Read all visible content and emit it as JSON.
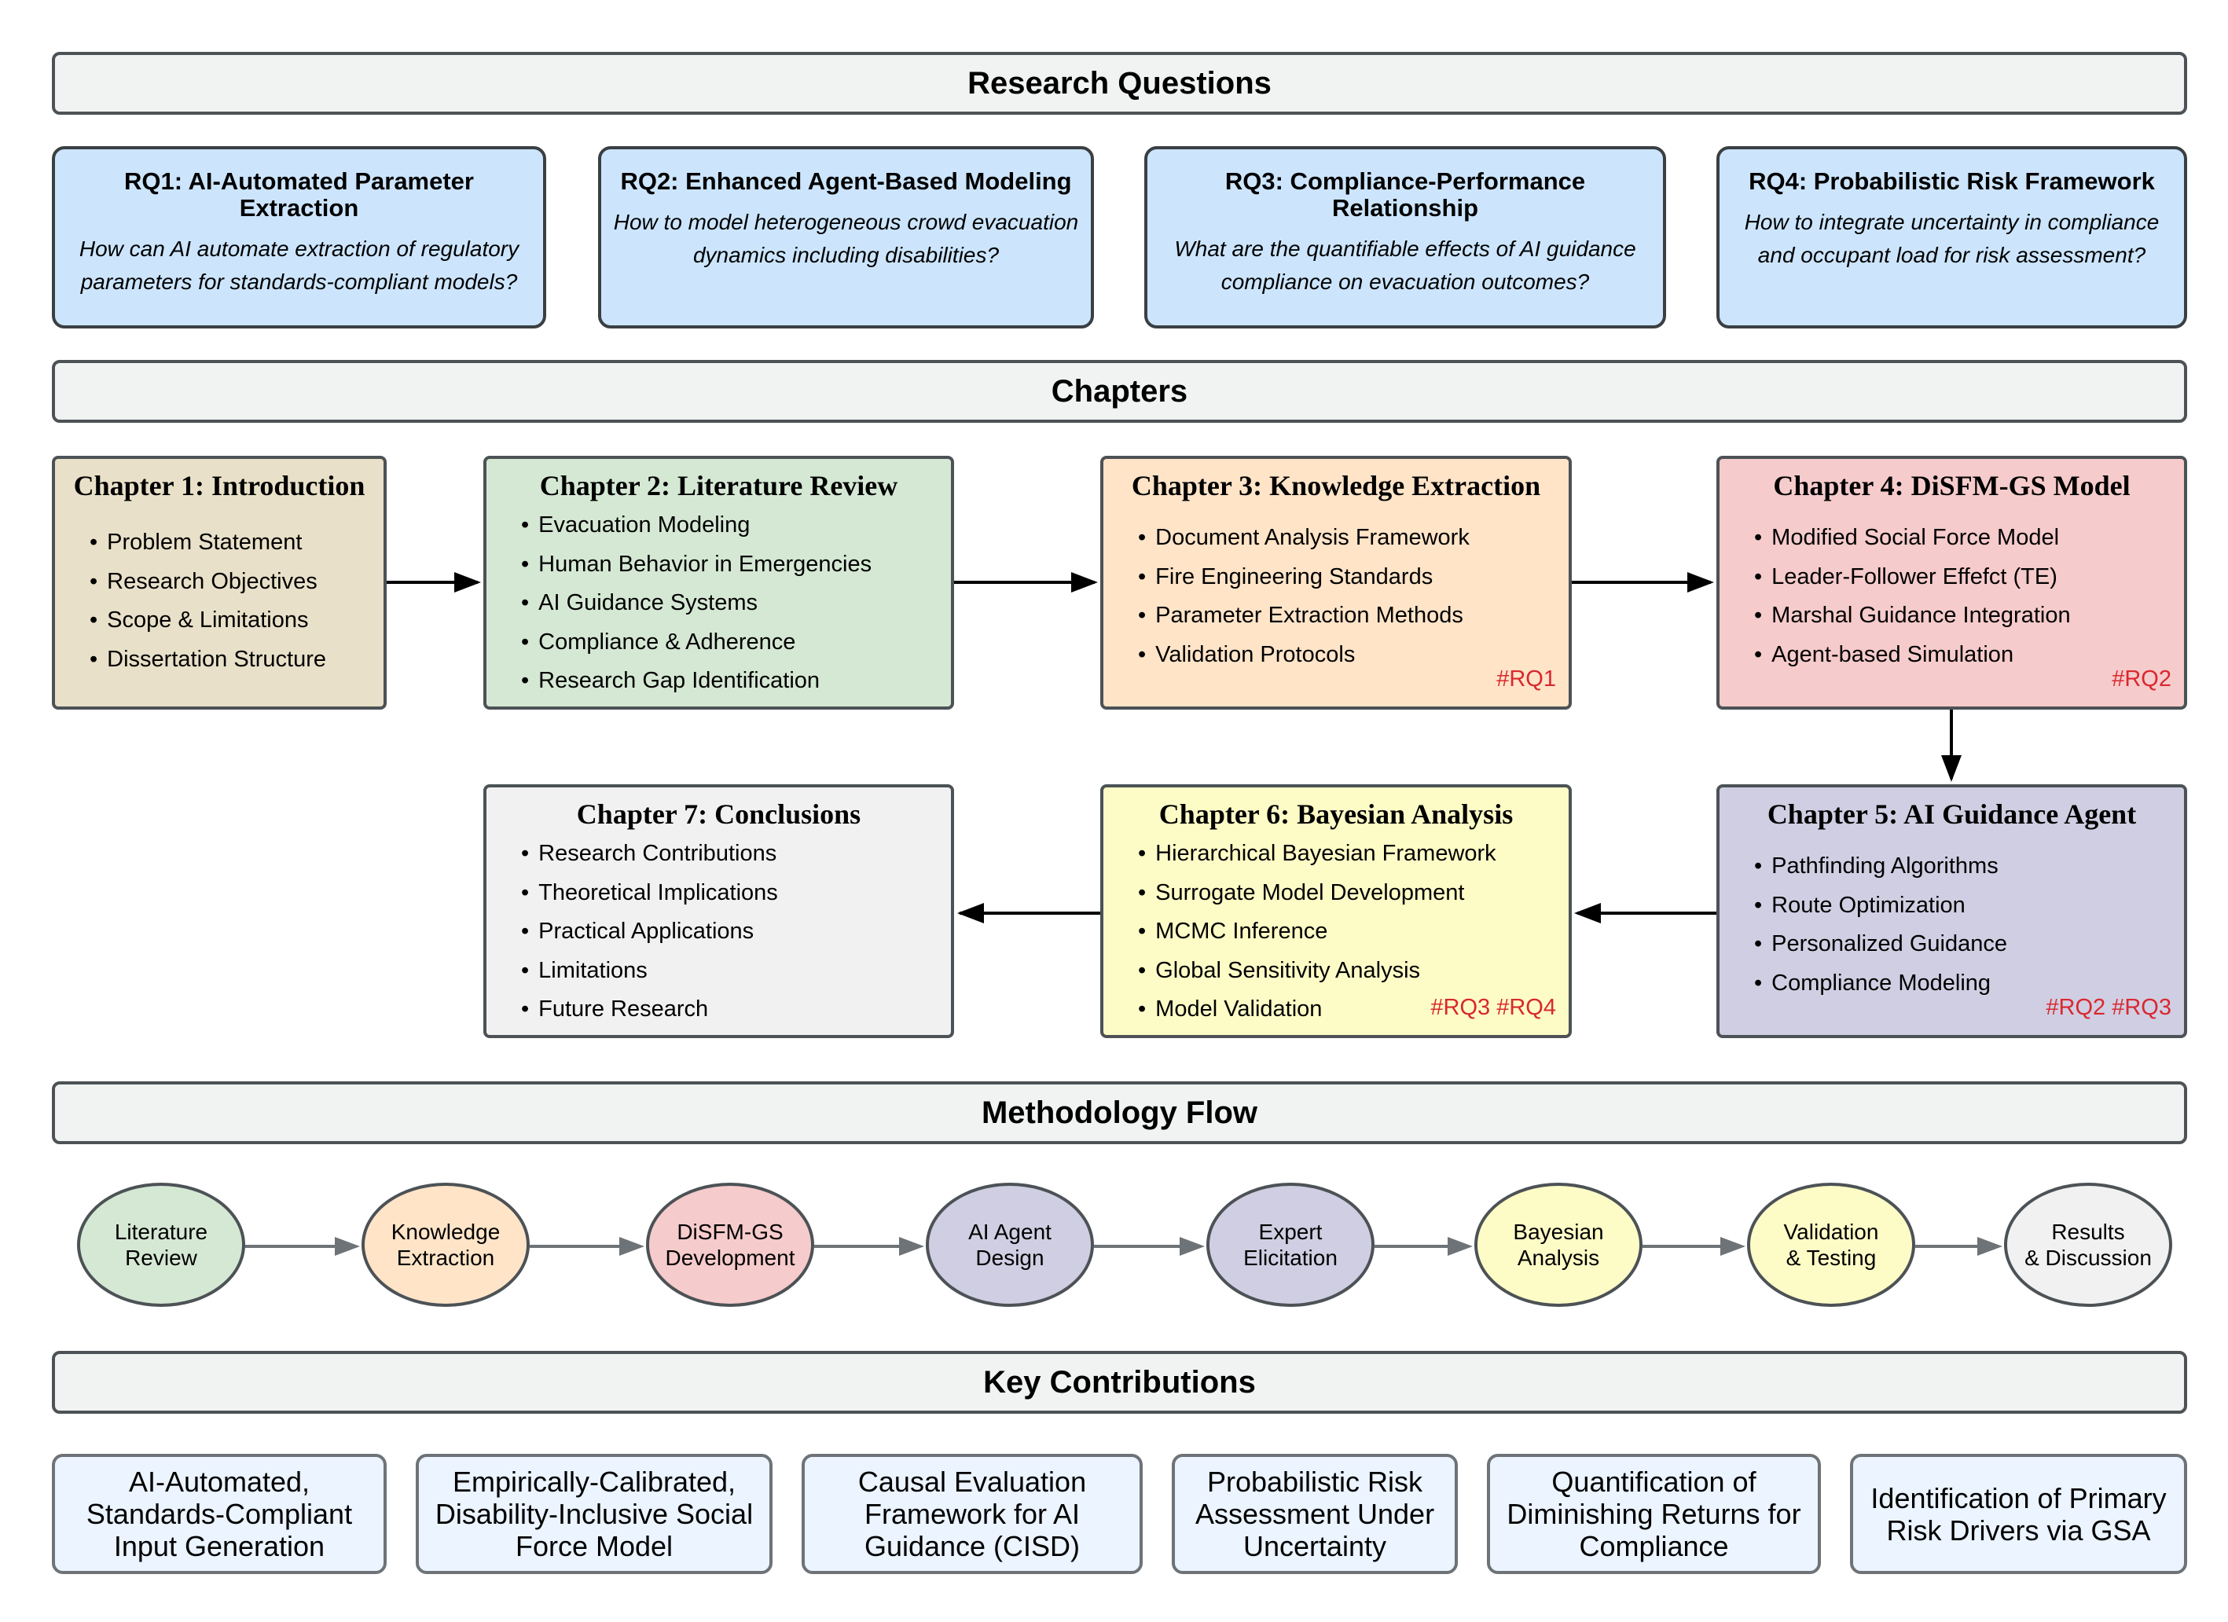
{
  "colors": {
    "rq_fill": "#cce5fd",
    "ch1": "#e8e0c8",
    "ch2": "#d5e8d4",
    "ch3": "#ffe4c8",
    "ch4": "#f6cbcb",
    "ch5": "#d0cee2",
    "ch6": "#fefcc6",
    "ch7": "#f1f1f1",
    "tag": "#d9282f",
    "kc_fill": "#ebf4ff"
  },
  "sections": {
    "research_questions": "Research Questions",
    "chapters": "Chapters",
    "methodology": "Methodology Flow",
    "contributions": "Key Contributions"
  },
  "research_questions": [
    {
      "title": "RQ1: AI-Automated Parameter Extraction",
      "question": "How can AI automate extraction of regulatory parameters for standards-compliant models?"
    },
    {
      "title": "RQ2: Enhanced Agent-Based Modeling",
      "question": "How to model heterogeneous crowd evacuation dynamics including disabilities?"
    },
    {
      "title": "RQ3: Compliance-Performance Relationship",
      "question": "What are the quantifiable effects of AI guidance compliance on evacuation outcomes?"
    },
    {
      "title": "RQ4: Probabilistic Risk Framework",
      "question": "How to integrate uncertainty in compliance and occupant load for risk assessment?"
    }
  ],
  "chapters": [
    {
      "title": "Chapter 1: Introduction",
      "items": [
        "Problem Statement",
        "Research Objectives",
        "Scope & Limitations",
        "Dissertation Structure"
      ],
      "tag": ""
    },
    {
      "title": "Chapter 2: Literature Review",
      "items": [
        "Evacuation Modeling",
        "Human Behavior in Emergencies",
        "AI Guidance Systems",
        "Compliance & Adherence",
        "Research Gap Identification"
      ],
      "tag": ""
    },
    {
      "title": "Chapter 3: Knowledge Extraction",
      "items": [
        "Document Analysis Framework",
        "Fire Engineering Standards",
        "Parameter Extraction Methods",
        "Validation Protocols"
      ],
      "tag": "#RQ1"
    },
    {
      "title": "Chapter 4: DiSFM-GS Model",
      "items": [
        "Modified Social Force Model",
        "Leader-Follower Effefct (TE)",
        "Marshal Guidance Integration",
        "Agent-based Simulation"
      ],
      "tag": "#RQ2"
    },
    {
      "title": "Chapter 5: AI Guidance Agent",
      "items": [
        "Pathfinding Algorithms",
        "Route Optimization",
        "Personalized Guidance",
        "Compliance Modeling"
      ],
      "tag": "#RQ2 #RQ3"
    },
    {
      "title": "Chapter 6: Bayesian Analysis",
      "items": [
        "Hierarchical Bayesian Framework",
        "Surrogate Model Development",
        "MCMC Inference",
        "Global Sensitivity Analysis",
        "Model Validation"
      ],
      "tag": "#RQ3 #RQ4"
    },
    {
      "title": "Chapter 7: Conclusions",
      "items": [
        "Research Contributions",
        "Theoretical Implications",
        "Practical Applications",
        "Limitations",
        "Future Research"
      ],
      "tag": ""
    }
  ],
  "methodology": [
    "Literature\nReview",
    "Knowledge\nExtraction",
    "DiSFM-GS\nDevelopment",
    "AI Agent\nDesign",
    "Expert\nElicitation",
    "Bayesian\nAnalysis",
    "Validation\n& Testing",
    "Results\n& Discussion"
  ],
  "contributions": [
    "AI-Automated, Standards-Compliant Input Generation",
    "Empirically-Calibrated, Disability-Inclusive Social Force Model",
    "Causal Evaluation Framework for AI Guidance (CISD)",
    "Probabilistic Risk Assessment Under Uncertainty",
    "Quantification of Diminishing Returns for Compliance",
    "Identification of Primary Risk Drivers via GSA"
  ]
}
